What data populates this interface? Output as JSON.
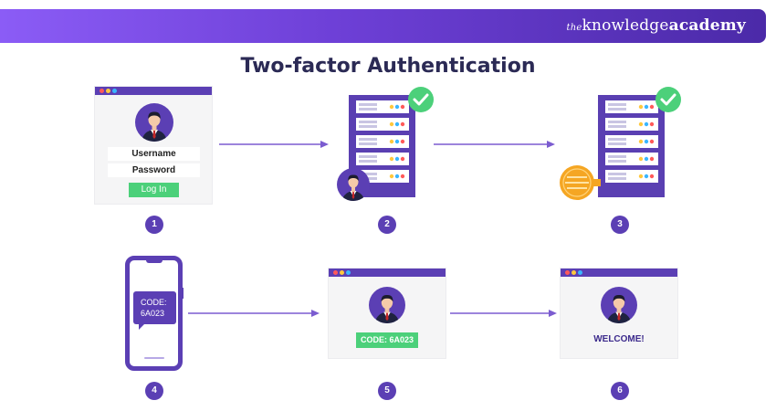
{
  "brand": {
    "prefix": "the",
    "knowledge": "knowledge",
    "academy": "academy"
  },
  "title": "Two-factor Authentication",
  "login": {
    "username_label": "Username",
    "password_label": "Password",
    "button_label": "Log In"
  },
  "steps": [
    "1",
    "2",
    "3",
    "4",
    "5",
    "6"
  ],
  "phone": {
    "code_line1": "CODE:",
    "code_line2": "6A023"
  },
  "verify": {
    "code_badge": "CODE: 6A023"
  },
  "welcome": {
    "text": "WELCOME!"
  },
  "colors": {
    "primary": "#5b3fb4",
    "success": "#4cd07a",
    "server": "#5a3fb2",
    "coin": "#f5a623"
  }
}
